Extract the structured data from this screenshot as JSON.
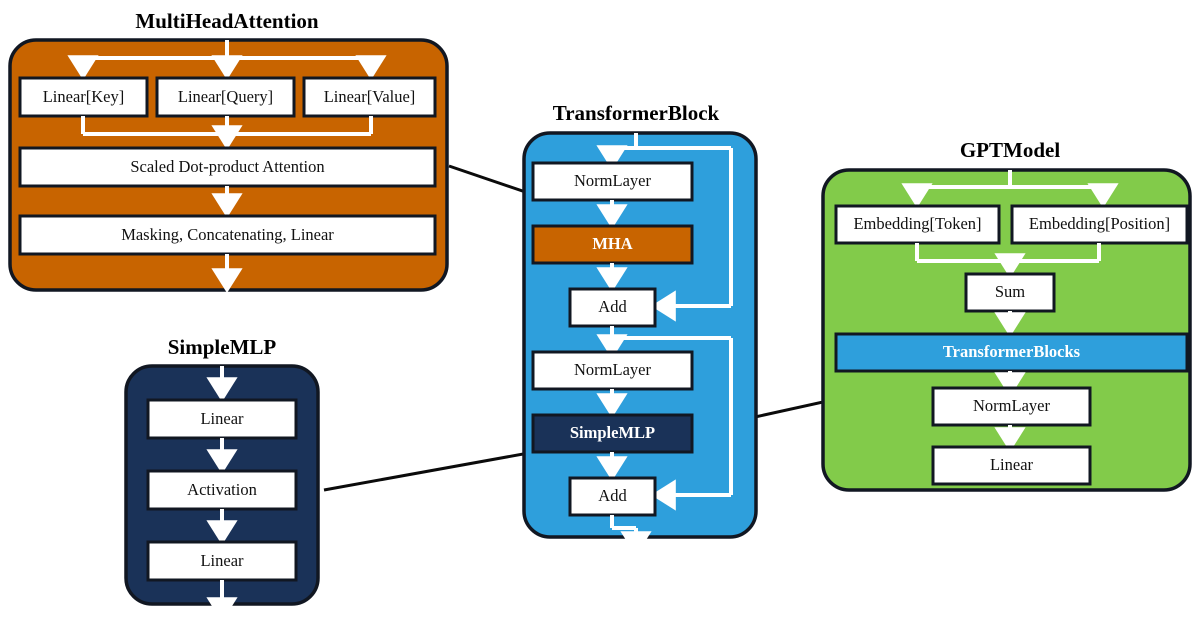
{
  "figure": {
    "background_color": "#ffffff",
    "arrow_color": "#ffffff",
    "connector_color": "#0b0b0b",
    "box_border_color": "#111722"
  },
  "panels": {
    "mha": {
      "title": "MultiHeadAttention",
      "color": "#c86400",
      "nodes": {
        "key": "Linear[Key]",
        "query": "Linear[Query]",
        "value": "Linear[Value]",
        "attention": "Scaled Dot-product Attention",
        "output": "Masking, Concatenating, Linear"
      }
    },
    "mlp": {
      "title": "SimpleMLP",
      "color": "#1a3258",
      "nodes": {
        "linear1": "Linear",
        "activation": "Activation",
        "linear2": "Linear"
      }
    },
    "block": {
      "title": "TransformerBlock",
      "color": "#2e9fdc",
      "nodes": {
        "norm1": "NormLayer",
        "mha": "MHA",
        "add1": "Add",
        "norm2": "NormLayer",
        "mlp": "SimpleMLP",
        "add2": "Add"
      }
    },
    "gpt": {
      "title": "GPTModel",
      "color": "#82cb4a",
      "nodes": {
        "token_embedding": "Embedding[Token]",
        "position_embedding": "Embedding[Position]",
        "sum": "Sum",
        "transformer_blocks": "TransformerBlocks",
        "norm": "NormLayer",
        "linear": "Linear"
      }
    }
  }
}
